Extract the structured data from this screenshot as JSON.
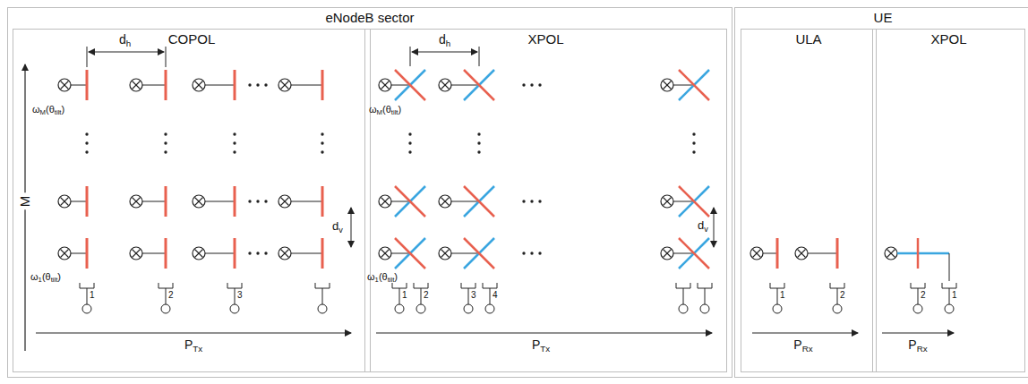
{
  "diagram": {
    "nodes": [
      {
        "text": [
          "eNodeB sector"
        ]
      },
      {
        "text": [
          "COPOL"
        ],
        "in": 0
      },
      {
        "text": [
          "XPOL"
        ],
        "in": 0
      },
      {
        "text": [
          "UE"
        ]
      },
      {
        "text": [
          "ULA"
        ],
        "in": 3
      },
      {
        "text": [
          "XPOL"
        ],
        "in": 3
      }
    ],
    "labels": [
      "M",
      "d",
      "h",
      "ω",
      "M",
      "(θ",
      "tilt",
      ")",
      "ω",
      "1",
      "(θ",
      "tilt",
      ")",
      "d",
      "v",
      "1",
      "2",
      "3",
      "P",
      "Tx",
      "d",
      "h",
      "ω",
      "M",
      "(θ",
      "tilt",
      ")",
      "ω",
      "1",
      "(θ",
      "tilt",
      ")",
      "d",
      "v",
      "1",
      "2",
      "3",
      "4",
      "P",
      "Tx",
      "1",
      "2",
      "P",
      "Rx",
      "2",
      "1",
      "P",
      "Rx"
    ]
  }
}
